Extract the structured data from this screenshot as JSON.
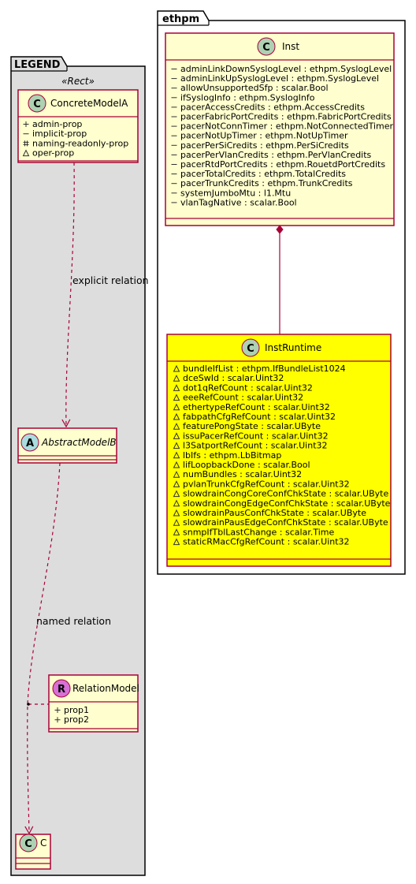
{
  "legend": {
    "package_name": "LEGEND",
    "stereotype": "«Rect»",
    "classes": {
      "concrete": {
        "circle": "C",
        "name": "ConcreteModelA",
        "attributes": [
          {
            "vis": "+",
            "text": "admin-prop"
          },
          {
            "vis": "-",
            "text": "implicit-prop"
          },
          {
            "vis": "#",
            "text": "naming-readonly-prop"
          },
          {
            "vis": "~",
            "text": "oper-prop"
          }
        ]
      },
      "abstract": {
        "circle": "A",
        "name": "AbstractModelB"
      },
      "relation": {
        "circle": "R",
        "name": "RelationModel",
        "attributes": [
          {
            "vis": "+",
            "text": "prop1"
          },
          {
            "vis": "+",
            "text": "prop2"
          }
        ]
      },
      "c": {
        "circle": "C",
        "name": "C"
      }
    },
    "edges": {
      "explicit": "explicit relation",
      "named": "named relation"
    }
  },
  "ethpm": {
    "package_name": "ethpm",
    "inst": {
      "circle": "C",
      "name": "Inst",
      "attributes": [
        {
          "vis": "-",
          "text": "adminLinkDownSyslogLevel : ethpm.SyslogLevel"
        },
        {
          "vis": "-",
          "text": "adminLinkUpSyslogLevel : ethpm.SyslogLevel"
        },
        {
          "vis": "-",
          "text": "allowUnsupportedSfp : scalar.Bool"
        },
        {
          "vis": "-",
          "text": "ifSyslogInfo : ethpm.SyslogInfo"
        },
        {
          "vis": "-",
          "text": "pacerAccessCredits : ethpm.AccessCredits"
        },
        {
          "vis": "-",
          "text": "pacerFabricPortCredits : ethpm.FabricPortCredits"
        },
        {
          "vis": "-",
          "text": "pacerNotConnTimer : ethpm.NotConnectedTimer"
        },
        {
          "vis": "-",
          "text": "pacerNotUpTimer : ethpm.NotUpTimer"
        },
        {
          "vis": "-",
          "text": "pacerPerSiCredits : ethpm.PerSiCredits"
        },
        {
          "vis": "-",
          "text": "pacerPerVlanCredits : ethpm.PerVlanCredits"
        },
        {
          "vis": "-",
          "text": "pacerRtdPortCredits : ethpm.RouetdPortCredits"
        },
        {
          "vis": "-",
          "text": "pacerTotalCredits : ethpm.TotalCredits"
        },
        {
          "vis": "-",
          "text": "pacerTrunkCredits : ethpm.TrunkCredits"
        },
        {
          "vis": "-",
          "text": "systemJumboMtu : l1.Mtu"
        },
        {
          "vis": "-",
          "text": "vlanTagNative : scalar.Bool"
        }
      ]
    },
    "runtime": {
      "circle": "C",
      "name": "InstRuntime",
      "attributes": [
        {
          "vis": "~",
          "text": "bundleIfList : ethpm.IfBundleList1024"
        },
        {
          "vis": "~",
          "text": "dceSwId : scalar.Uint32"
        },
        {
          "vis": "~",
          "text": "dot1qRefCount : scalar.Uint32"
        },
        {
          "vis": "~",
          "text": "eeeRefCount : scalar.Uint32"
        },
        {
          "vis": "~",
          "text": "ethertypeRefCount : scalar.Uint32"
        },
        {
          "vis": "~",
          "text": "fabpathCfgRefCount : scalar.Uint32"
        },
        {
          "vis": "~",
          "text": "featurePongState : scalar.UByte"
        },
        {
          "vis": "~",
          "text": "issuPacerRefCount : scalar.Uint32"
        },
        {
          "vis": "~",
          "text": "l3SatportRefCount : scalar.Uint32"
        },
        {
          "vis": "~",
          "text": "lbIfs : ethpm.LbBitmap"
        },
        {
          "vis": "~",
          "text": "lifLoopbackDone : scalar.Bool"
        },
        {
          "vis": "~",
          "text": "numBundles : scalar.Uint32"
        },
        {
          "vis": "~",
          "text": "pvlanTrunkCfgRefCount : scalar.Uint32"
        },
        {
          "vis": "~",
          "text": "slowdrainCongCoreConfChkState : scalar.UByte"
        },
        {
          "vis": "~",
          "text": "slowdrainCongEdgeConfChkState : scalar.UByte"
        },
        {
          "vis": "~",
          "text": "slowdrainPausConfChkState : scalar.UByte"
        },
        {
          "vis": "~",
          "text": "slowdrainPausEdgeConfChkState : scalar.UByte"
        },
        {
          "vis": "~",
          "text": "snmpIfTblLastChange : scalar.Time"
        },
        {
          "vis": "~",
          "text": "staticRMacCfgRefCount : scalar.Uint32"
        }
      ]
    }
  },
  "colors": {
    "package_fill": "#dddddd",
    "class_fill": "#fefece",
    "highlight_fill": "#ffff00",
    "border": "#a80036",
    "circle_c": "#add1b2",
    "circle_a": "#a9dcdf",
    "circle_r": "#d670d6"
  }
}
